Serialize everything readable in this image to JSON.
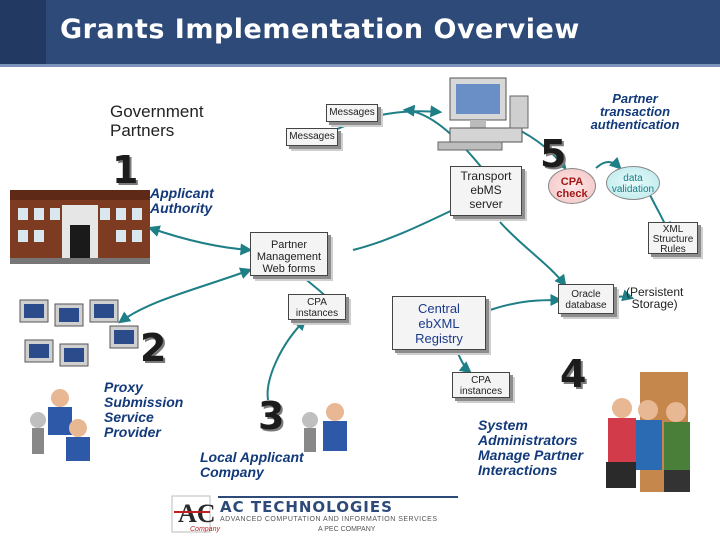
{
  "header": {
    "title": "Grants Implementation Overview"
  },
  "labels": {
    "government_partners": [
      "Government",
      "Partners"
    ],
    "applicant_authority": [
      "Applicant",
      "Authority"
    ],
    "partner_auth": [
      "Partner",
      "transaction",
      "authentication"
    ],
    "transport_server": [
      "Transport",
      "ebMS",
      "server"
    ],
    "cpa_check": [
      "CPA",
      "check"
    ],
    "data_validation": [
      "data",
      "validation"
    ],
    "xml_rules": [
      "XML",
      "Structure",
      "Rules"
    ],
    "pm_web_forms": [
      "Partner",
      "Management",
      "Web forms"
    ],
    "cpa_instances": [
      "CPA",
      "instances"
    ],
    "central_registry": [
      "Central",
      "ebXML",
      "Registry"
    ],
    "oracle_db": [
      "Oracle",
      "database"
    ],
    "persistent_storage": [
      "(Persistent",
      "Storage)"
    ],
    "proxy": [
      "Proxy",
      "Submission",
      "Service",
      "Provider"
    ],
    "local_applicant": [
      "Local Applicant",
      "Company"
    ],
    "sysadmin": [
      "System",
      "Administrators",
      "Manage Partner",
      "Interactions"
    ],
    "messages": "Messages"
  },
  "numbers": {
    "n1": "1",
    "n2": "2",
    "n3": "3",
    "n4": "4",
    "n5": "5"
  },
  "logo": {
    "brand": "AC TECHNOLOGIES",
    "tagline": "ADVANCED COMPUTATION AND INFORMATION SERVICES",
    "sub": "A PEC COMPANY",
    "small": "Company"
  },
  "colors": {
    "header": "#2e4a78",
    "arrow": "#1f7f86",
    "emphasis_text": "#123a7a",
    "cpa": "#a01818"
  }
}
